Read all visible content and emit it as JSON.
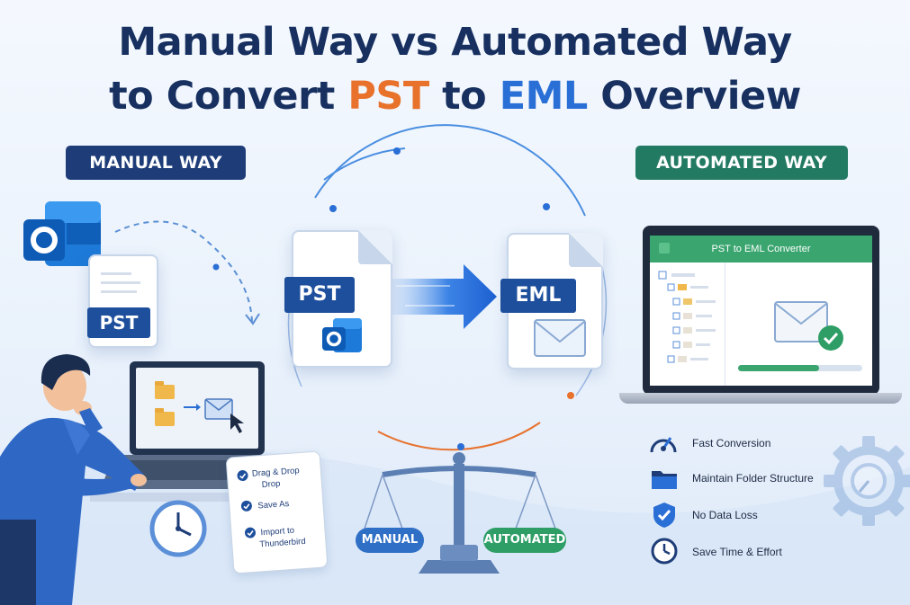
{
  "title": {
    "line1": "Manual Way vs Automated Way",
    "line2_prefix": "to Convert ",
    "line2_pst": "PST",
    "line2_mid": " to ",
    "line2_eml": "EML",
    "line2_suffix": " Overview"
  },
  "manual_badge": "MANUAL WAY",
  "automated_badge": "AUTOMATED WAY",
  "left_doc_label": "PST",
  "center_pst_label": "PST",
  "center_eml_label": "EML",
  "converter_title": "PST to EML Converter",
  "steps": {
    "step1_line1": "Drag & Drop",
    "step1_line2": "Drop",
    "step2": "Save As",
    "step3_line1": "Import to",
    "step3_line2": "Thunderbird"
  },
  "scale": {
    "left": "MANUAL",
    "right": "AUTOMATED"
  },
  "features": [
    {
      "label": "Fast Conversion",
      "icon": "speedometer-icon"
    },
    {
      "label": "Maintain Folder Structure",
      "icon": "folder-icon"
    },
    {
      "label": "No Data Loss",
      "icon": "shield-check-icon"
    },
    {
      "label": "Save Time & Effort",
      "icon": "clock-icon"
    }
  ],
  "colors": {
    "navy": "#1e3d78",
    "green": "#237a63",
    "orange": "#e8712c",
    "blue": "#2a6fd6",
    "app_green": "#3aa56f"
  },
  "progress_fraction": 0.65
}
